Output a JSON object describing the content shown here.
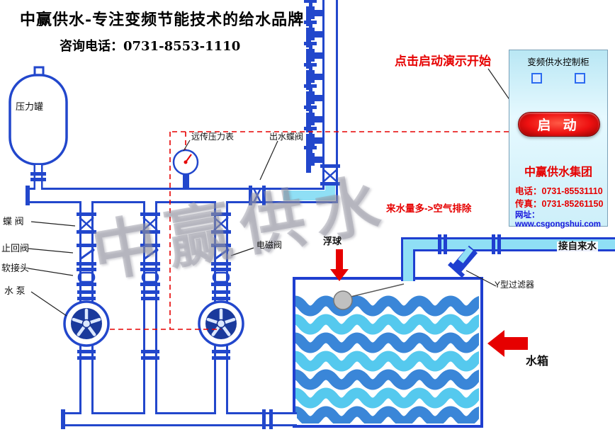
{
  "header": {
    "slogan": "中赢供水-专注变频节能技术的给水品牌",
    "phone": "咨询电话：0731-8553-1110"
  },
  "hint": {
    "text": "点击启动演示开始"
  },
  "cabinet": {
    "title": "变频供水控制柜",
    "start_label": "启 动",
    "company": "中赢供水集团",
    "tel": "电话：0731-85531110",
    "fax": "传真：0731-85261150",
    "website": "网址：www.csgongshui.com"
  },
  "labels": {
    "pressure_tank": "压力罐",
    "butterfly_valve": "蝶 阀",
    "check_valve": "止回阀",
    "soft_joint": "软接头",
    "water_pump": "水 泵",
    "remote_gauge": "远传压力表",
    "outlet_valve": "出水蝶阀",
    "solenoid_valve": "电磁阀",
    "float_ball": "浮球",
    "air_note": "来水量多->空气排除",
    "tap_water": "接自来水",
    "y_filter": "Y型过滤器",
    "water_tank": "水箱"
  },
  "watermark": "中赢供水",
  "colors": {
    "pipe_blue": "#2247cc",
    "tank_blue": "#1f3fd0",
    "water_cyan": "#8fdff5",
    "wave_blue": "#3a86d8",
    "wave_cyan": "#55c9ee",
    "alert_red": "#e60000",
    "impeller_blue": "#1a3a9c",
    "website_blue": "#1515dd"
  }
}
